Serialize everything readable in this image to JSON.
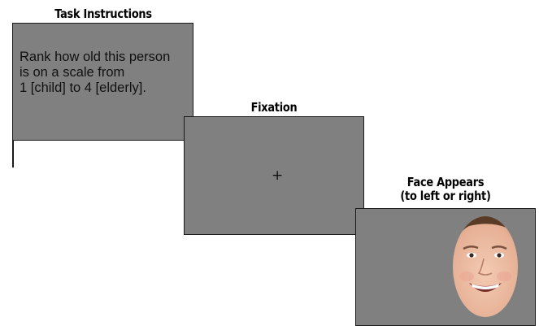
{
  "stages": [
    {
      "label": "Task Instructions",
      "text_lines": [
        "Rank how old this person",
        "is on a scale from",
        "1 [child] to 4 [elderly]."
      ]
    },
    {
      "label": "Fixation",
      "symbol": "+"
    },
    {
      "label_lines": [
        "Face Appears",
        "(to left or right)"
      ]
    }
  ],
  "colors": {
    "panel": "#808080",
    "border": "#1a1a1a"
  }
}
